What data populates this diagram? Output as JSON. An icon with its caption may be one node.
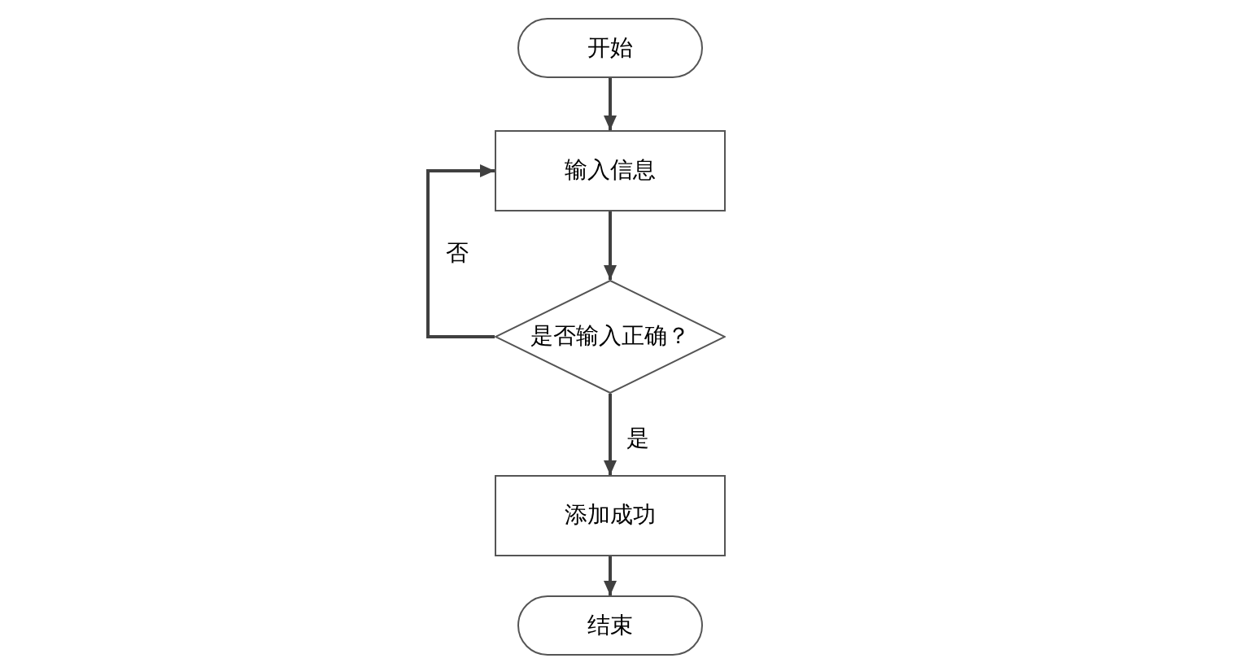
{
  "diagram": {
    "nodes": [
      {
        "text": [
          "开始"
        ]
      },
      {
        "text": [
          "输入信息"
        ]
      },
      {
        "text": [
          "是否输入正确？"
        ]
      },
      {
        "text": [
          "添加成功"
        ]
      },
      {
        "text": [
          "结束"
        ]
      }
    ],
    "edges": [
      {
        "from": 0,
        "to": 1,
        "arrow": "to"
      },
      {
        "from": 1,
        "to": 2,
        "arrow": "to"
      },
      {
        "from": 2,
        "to": 3,
        "arrow": "to",
        "label": "是"
      },
      {
        "from": 2,
        "to": 1,
        "arrow": "to",
        "label": "否"
      },
      {
        "from": 3,
        "to": 4,
        "arrow": "to"
      }
    ]
  }
}
